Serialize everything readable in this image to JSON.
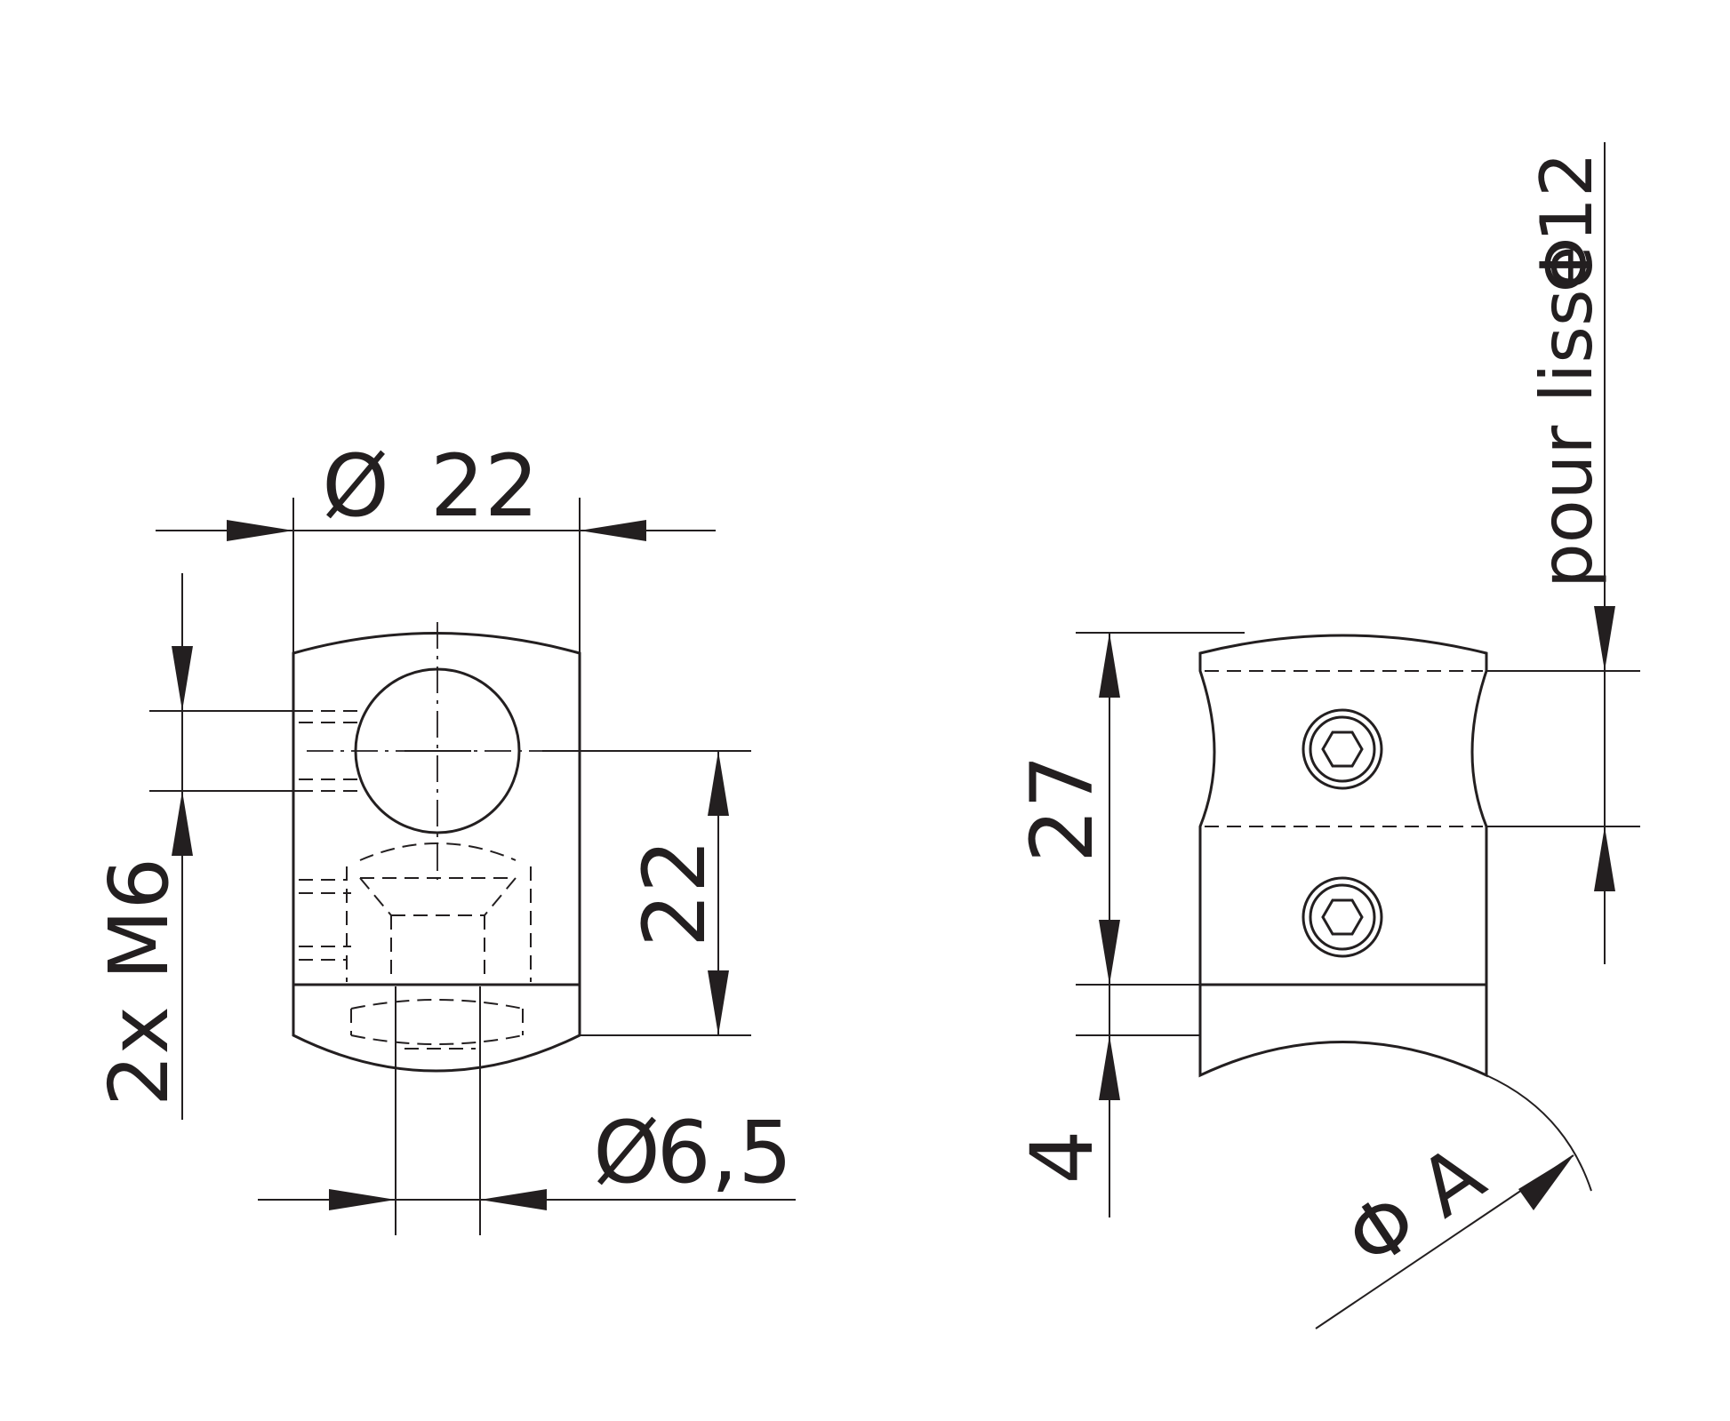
{
  "front_view": {
    "width_dimension": "22",
    "center_height_dimension": "22",
    "hole_dimension": "6,5",
    "thread_label": "2x M6"
  },
  "side_view": {
    "height_dimension": "27",
    "thickness_dimension": "4",
    "tube_label": "A",
    "rail_note": "pour lisse",
    "rail_diameter": "12"
  },
  "symbols": {
    "diameter": "Ø",
    "diameter_phi": "Φ"
  }
}
